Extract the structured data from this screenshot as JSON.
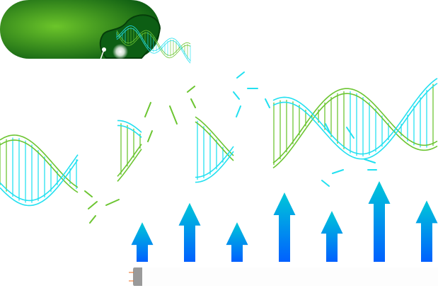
{
  "colors": {
    "strand_a": "#6cc531",
    "strand_b": "#22e0f0",
    "bacterium_dark": "#0b5a12",
    "bacterium_light": "#6cc52a",
    "arrow_top": "#00c8d8",
    "arrow_bottom": "#0060ff",
    "lamp_cap": "#9a9a9a",
    "lamp_pin": "#e86a1a"
  },
  "uv_arrows": [
    {
      "strength": 0.49
    },
    {
      "strength": 0.73
    },
    {
      "strength": 0.49
    },
    {
      "strength": 0.86
    },
    {
      "strength": 0.63
    },
    {
      "strength": 1.0
    },
    {
      "strength": 0.76
    }
  ]
}
